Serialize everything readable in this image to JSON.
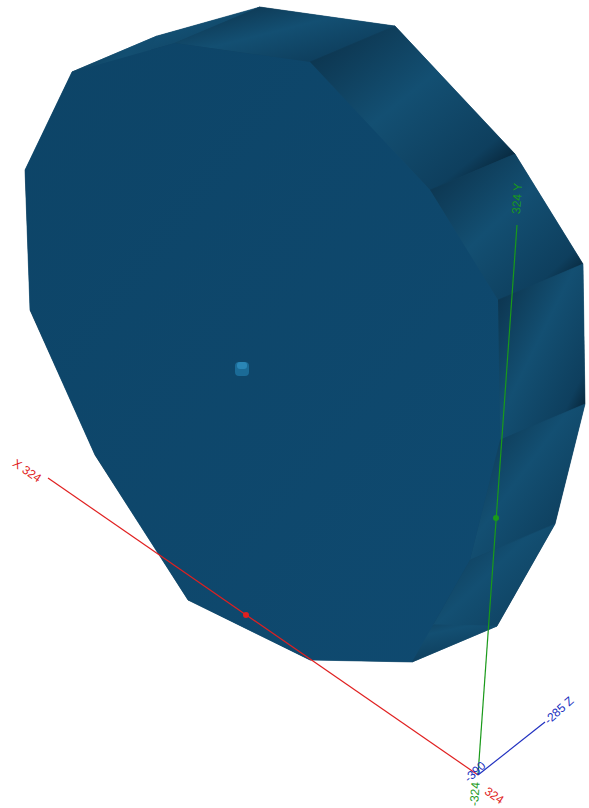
{
  "diagram": {
    "labels": [
      "X 324",
      "324 Y",
      "-285 Z",
      "-390",
      "-324",
      "324"
    ]
  }
}
